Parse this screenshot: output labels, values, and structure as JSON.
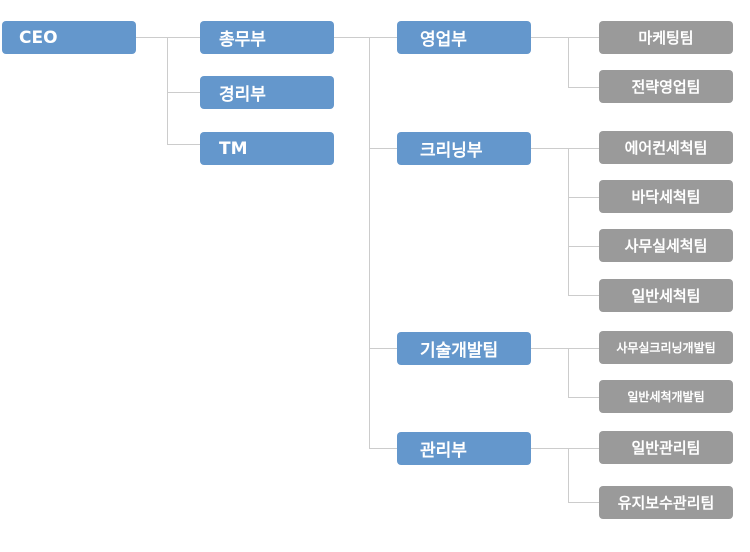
{
  "ceo": "CEO",
  "level1": [
    "총무부",
    "경리부",
    "TM"
  ],
  "departments": [
    {
      "name": "영업부",
      "teams": [
        "마케팅팀",
        "전략영업팀"
      ]
    },
    {
      "name": "크리닝부",
      "teams": [
        "에어컨세척팀",
        "바닥세척팀",
        "사무실세척팀",
        "일반세척팀"
      ]
    },
    {
      "name": "기술개발팀",
      "teams": [
        "사무실크리닝개발팀",
        "일반세척개발팀"
      ]
    },
    {
      "name": "관리부",
      "teams": [
        "일반관리팀",
        "유지보수관리팀"
      ]
    }
  ],
  "colors": {
    "department_box": "#6497cc",
    "team_box": "#9a9a9a",
    "connector": "#cccccc"
  }
}
